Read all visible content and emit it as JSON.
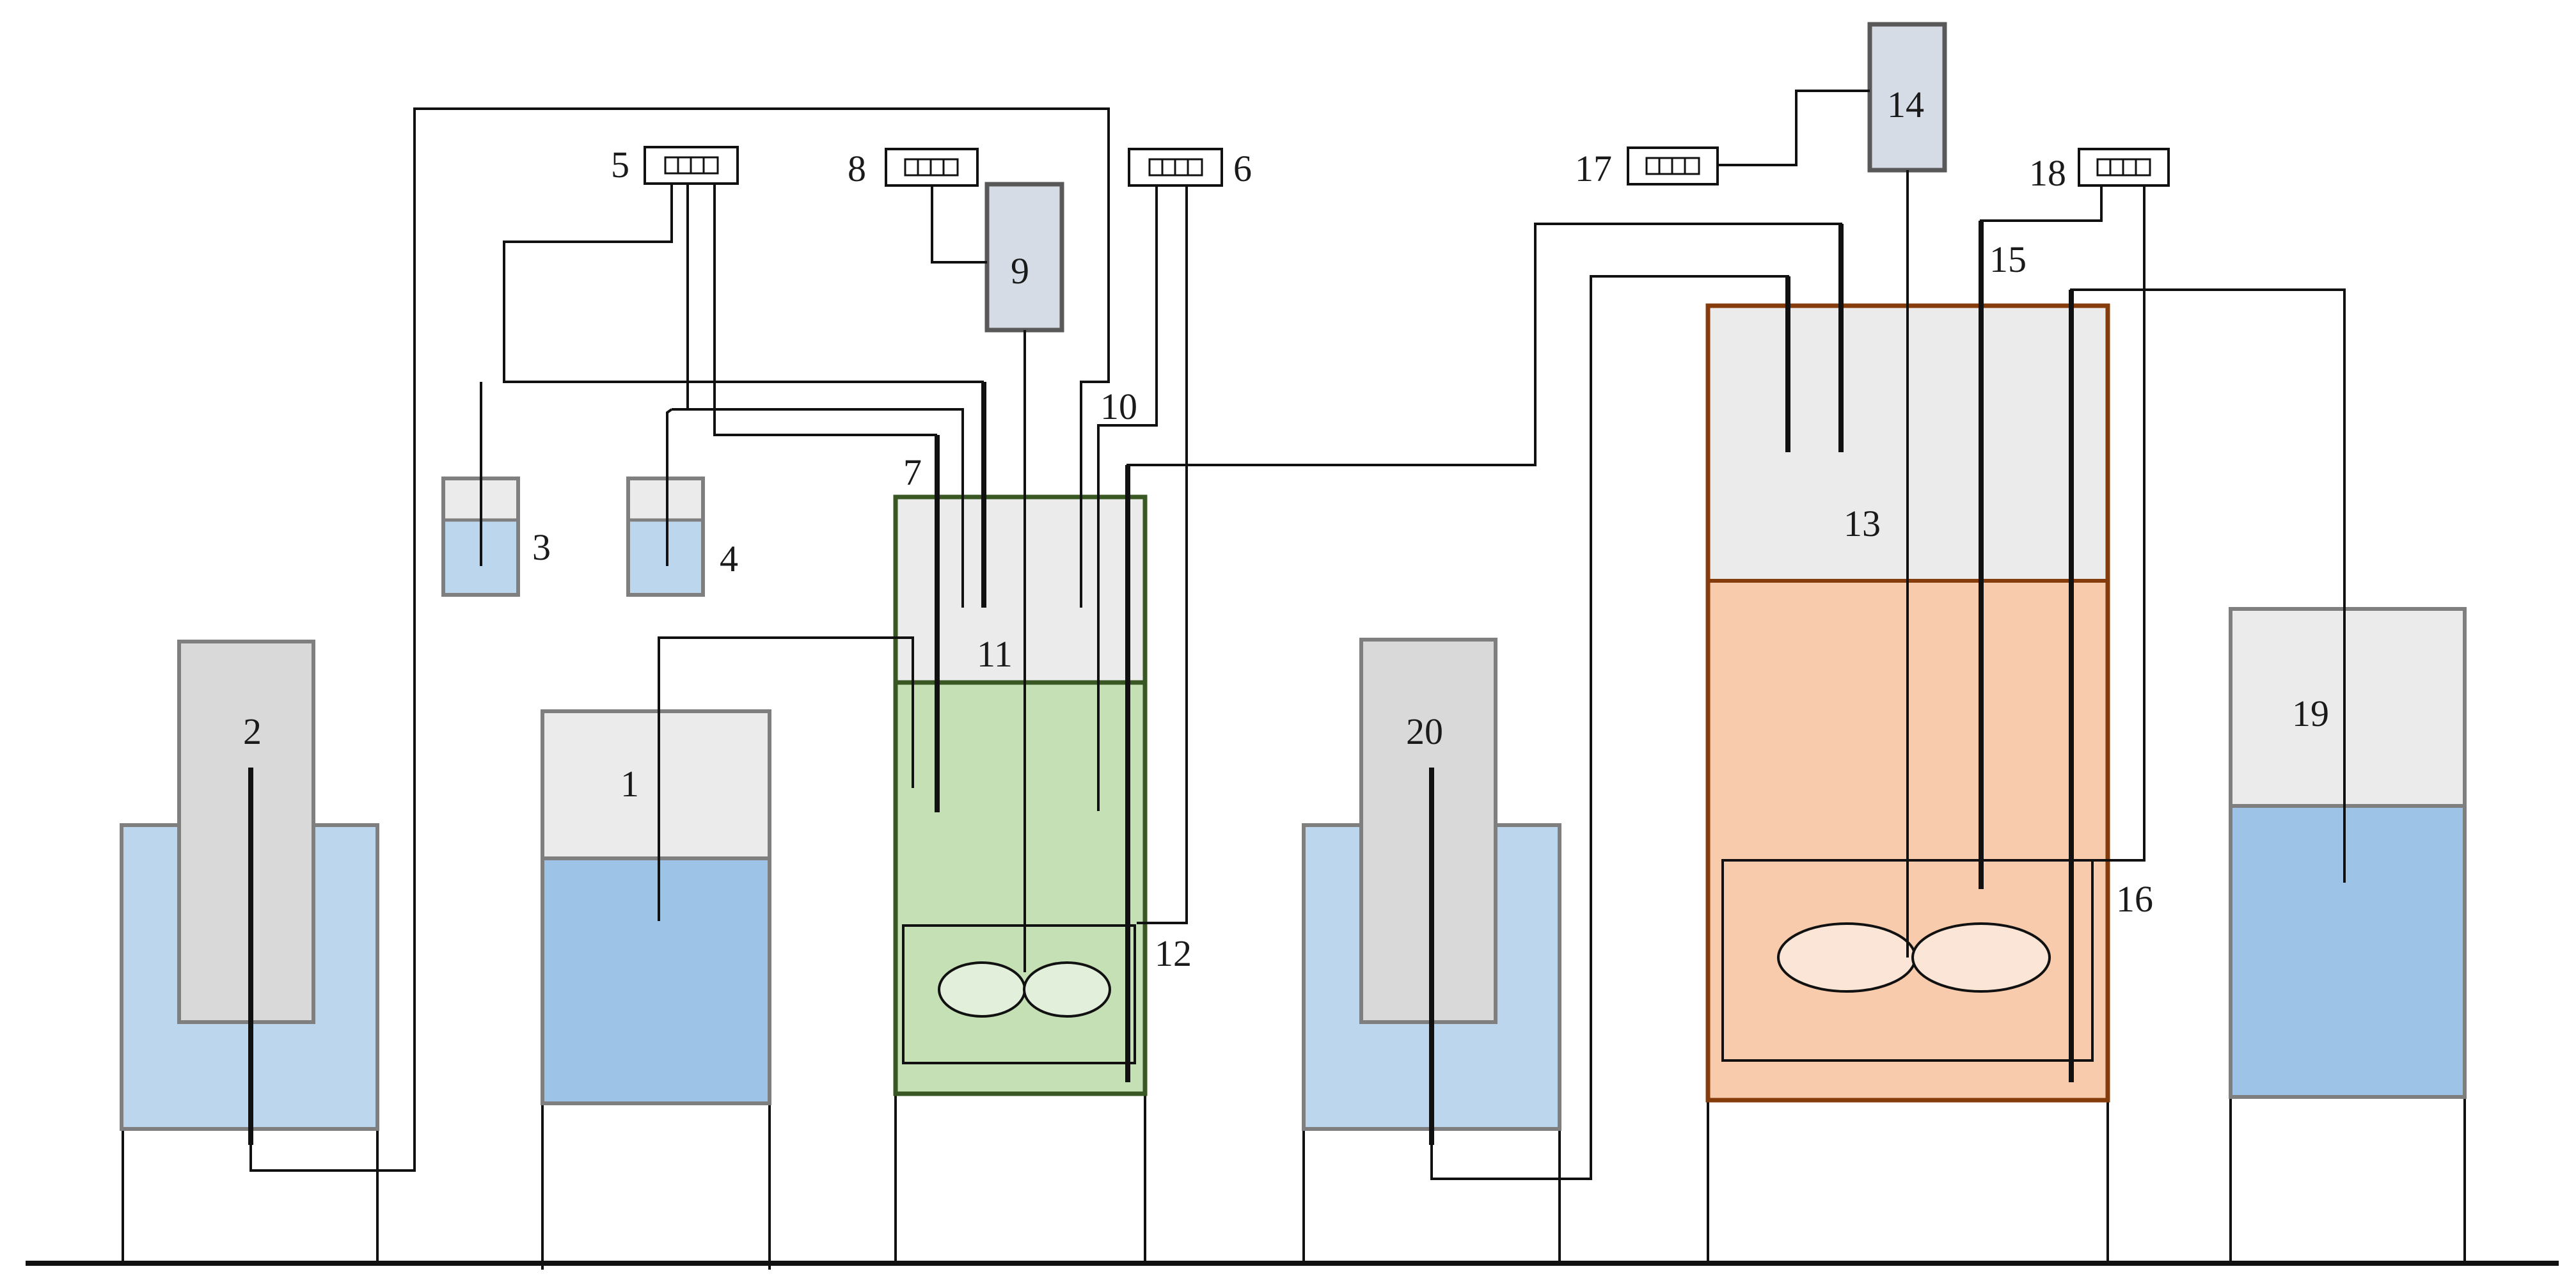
{
  "labels": {
    "l1": "1",
    "l2": "2",
    "l3": "3",
    "l4": "4",
    "l5": "5",
    "l6": "6",
    "l7": "7",
    "l8": "8",
    "l9": "9",
    "l10": "10",
    "l11": "11",
    "l12": "12",
    "l13": "13",
    "l14": "14",
    "l15": "15",
    "l16": "16",
    "l17": "17",
    "l18": "18",
    "l19": "19",
    "l20": "20"
  },
  "colors": {
    "water_bath": "#bcd6ee",
    "liquid_blue": "#9dc3e6",
    "tank_gray": "#ebebeb",
    "inner_gray": "#d9d9d9",
    "reactor_green": "#c5e0b4",
    "reactor_green_border": "#385723",
    "reactor_orange": "#f8cbad",
    "reactor_orange_border": "#843c0c",
    "impeller_green": "#e2efda",
    "impeller_orange": "#fbe5d6",
    "motor": "#d6dce5",
    "outline_gray": "#7f7f7f"
  }
}
